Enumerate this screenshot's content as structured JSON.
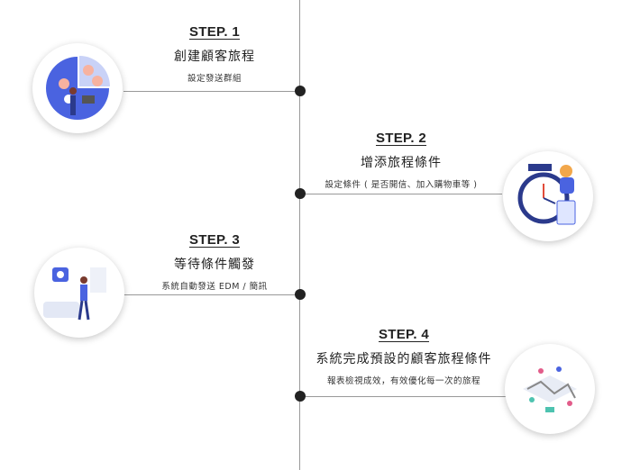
{
  "steps": [
    {
      "label": "STEP. 1",
      "title": "創建顧客旅程",
      "subtitle": "設定發送群組",
      "icon": "customer-group-illustration"
    },
    {
      "label": "STEP. 2",
      "title": "增添旅程條件",
      "subtitle": "設定條件 ( 是否開信、加入購物車等 )",
      "icon": "clock-checklist-illustration"
    },
    {
      "label": "STEP. 3",
      "title": "等待條件觸發",
      "subtitle": "系統自動發送 EDM / 簡訊",
      "icon": "notification-illustration"
    },
    {
      "label": "STEP. 4",
      "title": "系統完成預設的顧客旅程條件",
      "subtitle": "報表檢視成效，有效優化每一次的旅程",
      "icon": "journey-map-illustration"
    }
  ],
  "colors": {
    "accent": "#4a63e0",
    "line": "#999999",
    "dot": "#222222"
  }
}
